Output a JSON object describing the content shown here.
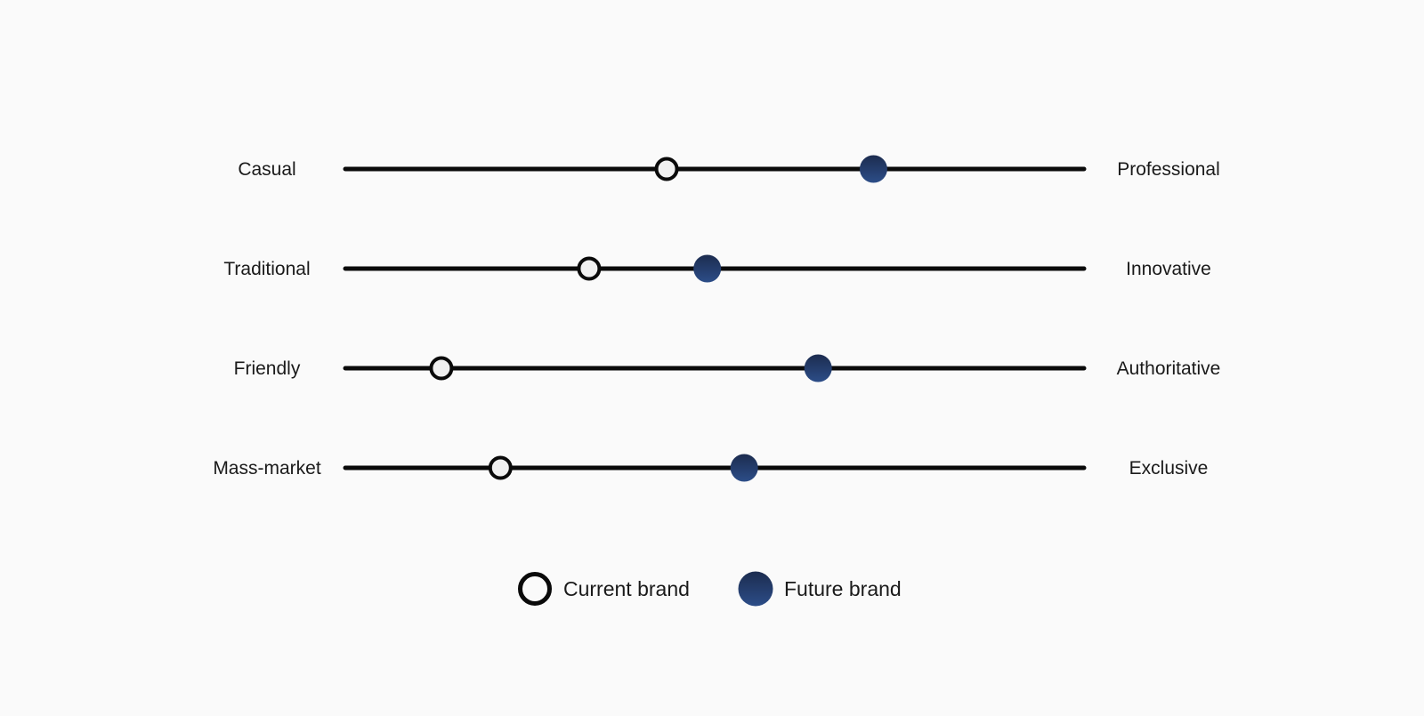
{
  "chart_data": {
    "type": "scatter",
    "scale": [
      0,
      100
    ],
    "rows": [
      {
        "left_label": "Casual",
        "right_label": "Professional",
        "current": 43.5,
        "future": 71.5
      },
      {
        "left_label": "Traditional",
        "right_label": "Innovative",
        "current": 33,
        "future": 49
      },
      {
        "left_label": "Friendly",
        "right_label": "Authoritative",
        "current": 13,
        "future": 64
      },
      {
        "left_label": "Mass-market",
        "right_label": "Exclusive",
        "current": 21,
        "future": 54
      }
    ],
    "legend": {
      "position": "bottom-center",
      "items": [
        {
          "key": "current",
          "label": "Current brand"
        },
        {
          "key": "future",
          "label": "Future brand"
        }
      ]
    }
  },
  "colors": {
    "background": "#fafafa",
    "line": "#0a0a0a",
    "current_fill": "#f0f0f0",
    "current_stroke": "#0a0a0a",
    "future_top": "#1c2c4f",
    "future_bottom": "#2c4d88"
  }
}
